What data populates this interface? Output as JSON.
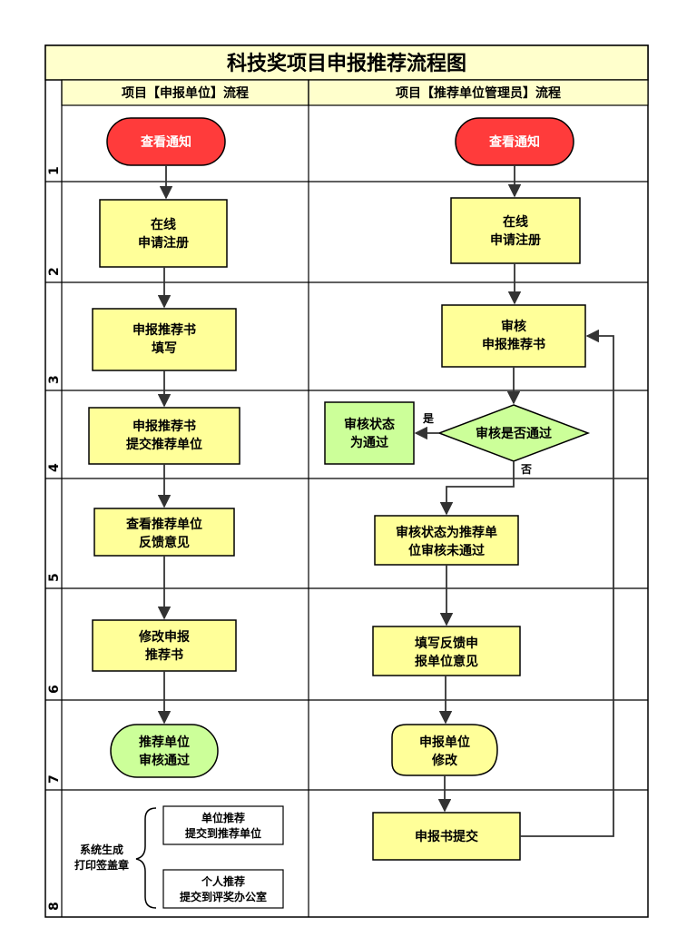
{
  "title": "科技奖项目申报推荐流程图",
  "lanes": {
    "left": "项目【申报单位】流程",
    "right": "项目【推荐单位管理员】流程"
  },
  "rows": [
    "1",
    "2",
    "3",
    "4",
    "5",
    "6",
    "7",
    "8"
  ],
  "left_nodes": {
    "view_notice": [
      "查看通知"
    ],
    "register": [
      "在线",
      "申请注册"
    ],
    "fill_book": [
      "申报推荐书",
      "填写"
    ],
    "submit_book": [
      "申报推荐书",
      "提交推荐单位"
    ],
    "view_feedback": [
      "查看推荐单位",
      "反馈意见"
    ],
    "modify": [
      "修改申报",
      "推荐书"
    ],
    "approved": [
      "推荐单位",
      "审核通过"
    ]
  },
  "right_nodes": {
    "view_notice": [
      "查看通知"
    ],
    "register": [
      "在线",
      "申请注册"
    ],
    "review": [
      "审核",
      "申报推荐书"
    ],
    "decision": [
      "审核是否通过"
    ],
    "status_pass": [
      "审核状态",
      "为通过"
    ],
    "status_fail": [
      "审核状态为推荐单",
      "位审核未通过"
    ],
    "fill_feedback": [
      "填写反馈申",
      "报单位意见"
    ],
    "unit_modify": [
      "申报单位",
      "修改"
    ],
    "submit": [
      "申报书提交"
    ]
  },
  "labels": {
    "yes": "是",
    "no": "否"
  },
  "print_section": {
    "label": [
      "系统生成",
      "打印签盖章"
    ],
    "unit": [
      "单位推荐",
      "提交到推荐单位"
    ],
    "personal": [
      "个人推荐",
      "提交到评奖办公室"
    ]
  },
  "colors": {
    "red": "#ff3b3b",
    "yellow": "#ffff99",
    "green": "#ccff99",
    "title_bg": "#ffffcc"
  }
}
